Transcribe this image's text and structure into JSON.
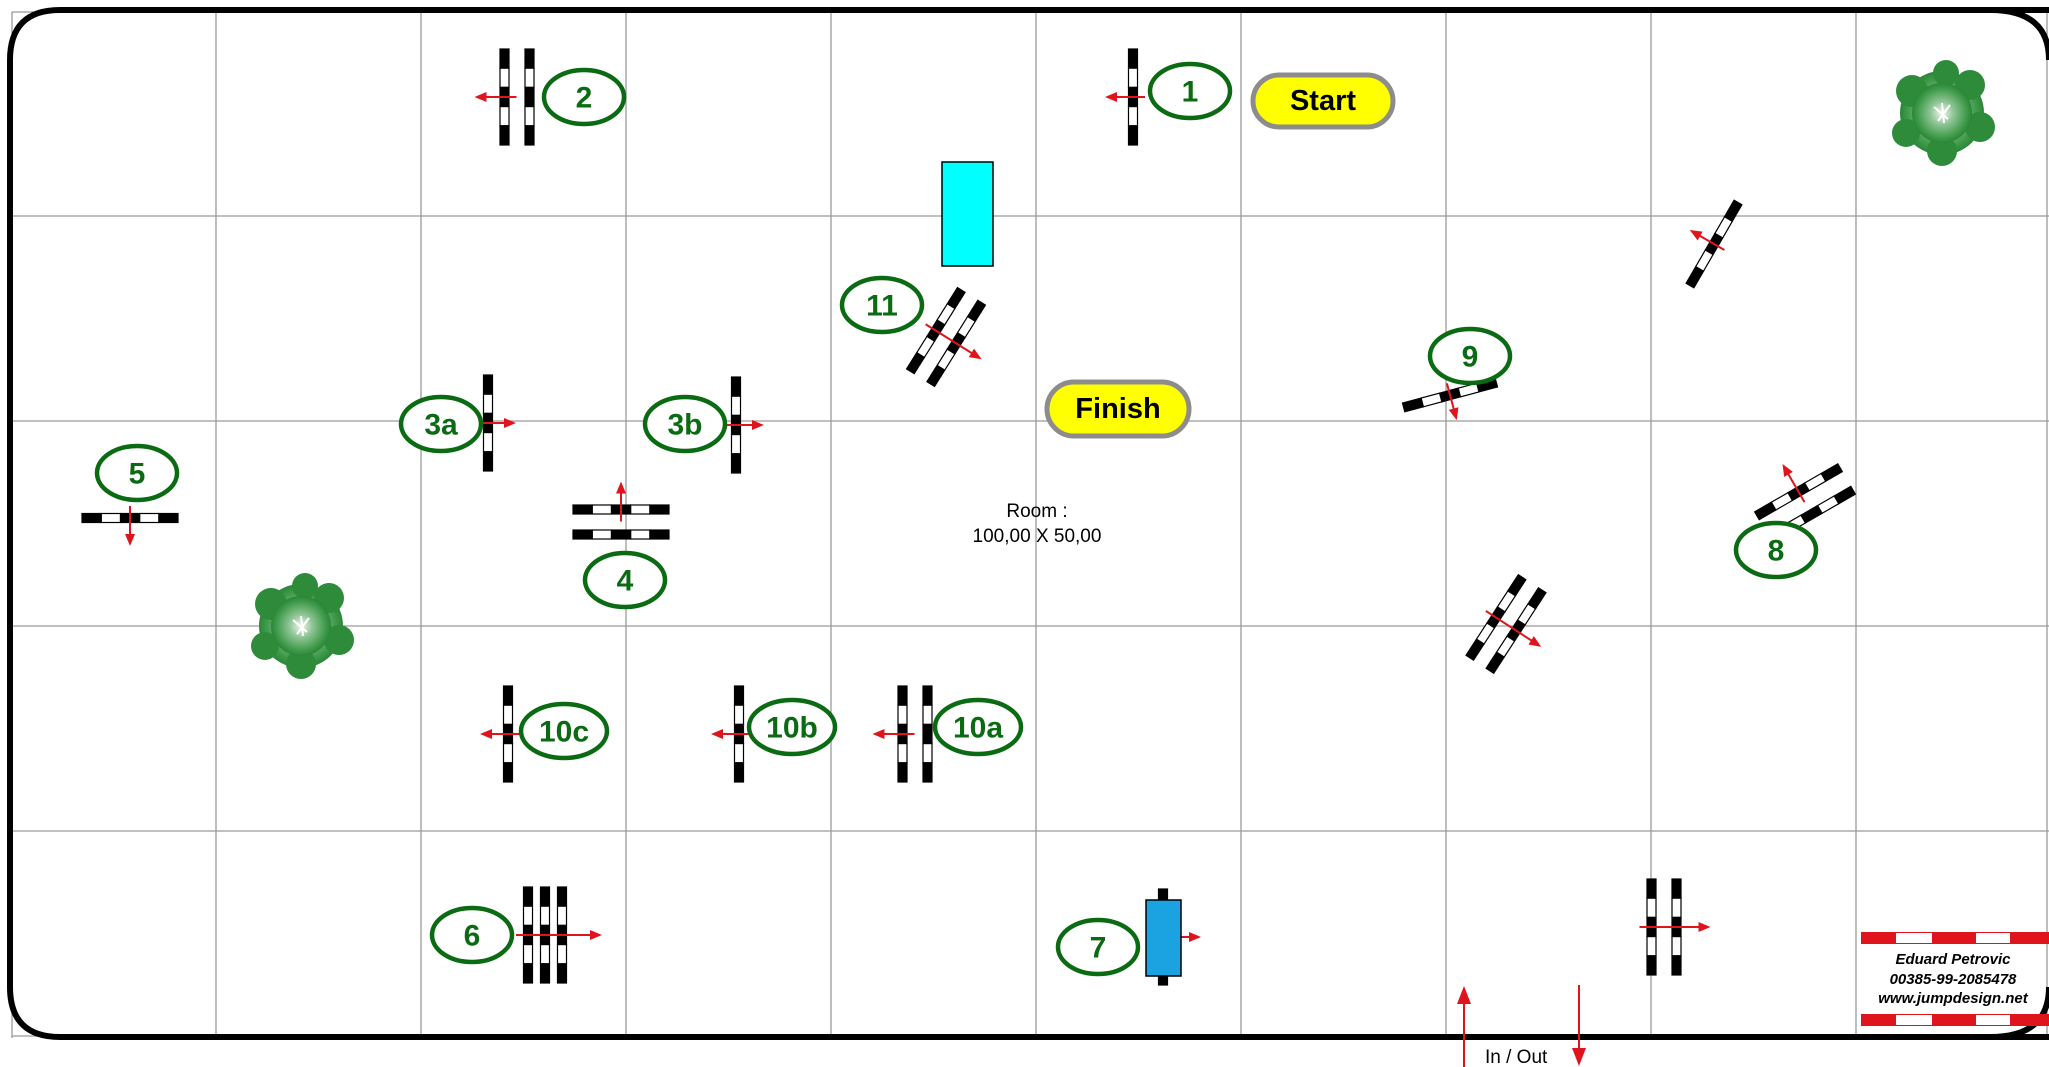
{
  "course": {
    "start_label": "Start",
    "finish_label": "Finish",
    "room_label": "Room :",
    "room_size": "100,00 X 50,00",
    "in_out_label": "In / Out",
    "credit": {
      "name": "Eduard Petrovic",
      "phone": "00385-99-2085478",
      "website": "www.jumpdesign.net"
    },
    "obstacles": [
      {
        "number": "1"
      },
      {
        "number": "2"
      },
      {
        "number": "3a"
      },
      {
        "number": "3b"
      },
      {
        "number": "4"
      },
      {
        "number": "5"
      },
      {
        "number": "6"
      },
      {
        "number": "7"
      },
      {
        "number": "8"
      },
      {
        "number": "9"
      },
      {
        "number": "10a"
      },
      {
        "number": "10b"
      },
      {
        "number": "10c"
      },
      {
        "number": "11"
      }
    ]
  },
  "colors": {
    "number_green": "#0a6b12",
    "arrow_red": "#e0141c",
    "label_yellow": "#ffff00",
    "water_tray_cyan": "#00ffff",
    "water_tray_blue": "#1aa3e0",
    "tree_green": "#2e8b3a"
  }
}
